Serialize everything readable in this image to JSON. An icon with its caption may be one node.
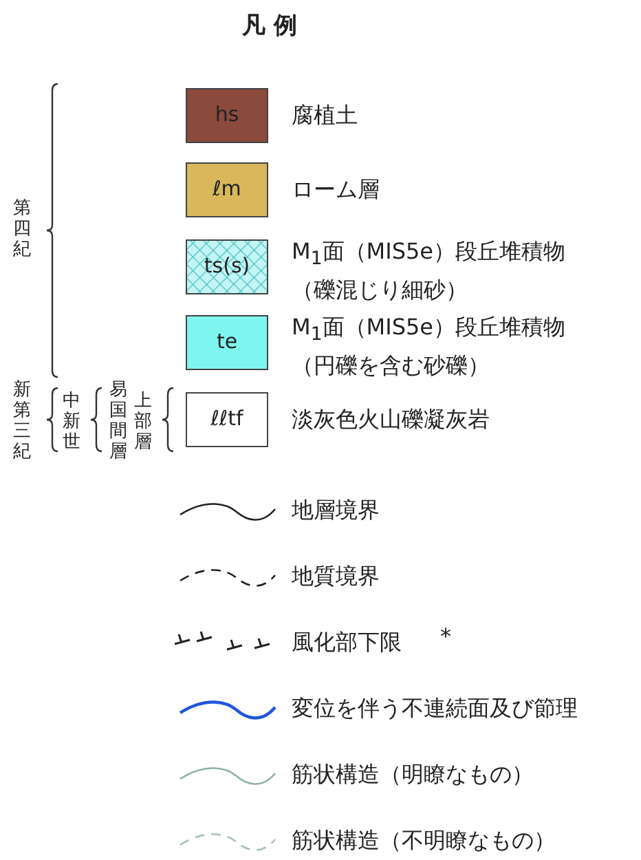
{
  "diagram": {
    "title": "凡 例",
    "labels": [
      "第四紀",
      "hs",
      "ℓm",
      "ts(s)",
      "te",
      "新第三紀",
      "中新世",
      "易国間層",
      "上部層",
      "ℓℓtf",
      "*"
    ],
    "legend": [
      {
        "text": "腐植土",
        "color": "#8b4a3c"
      },
      {
        "text": "ローム層",
        "color": "#d9b85c"
      },
      {
        "text": "M$_{1}$面（MIS5e）段丘堆積物（礫混じり細砂）",
        "color": "#c4f4f4"
      },
      {
        "text": "M$_{1}$面（MIS5e）段丘堆積物（円礫を含む砂礫）",
        "color": "#7ff5f0"
      },
      {
        "text": "淡灰色火山礫凝灰岩",
        "color": "#ffffff"
      },
      {
        "text": "地層境界"
      },
      {
        "text": "地質境界"
      },
      {
        "text": "風化部下限"
      },
      {
        "text": "変位を伴う不連続面及び節理"
      },
      {
        "text": "筋状構造（明瞭なもの）"
      },
      {
        "text": "筋状構造（不明瞭なもの）"
      }
    ]
  }
}
